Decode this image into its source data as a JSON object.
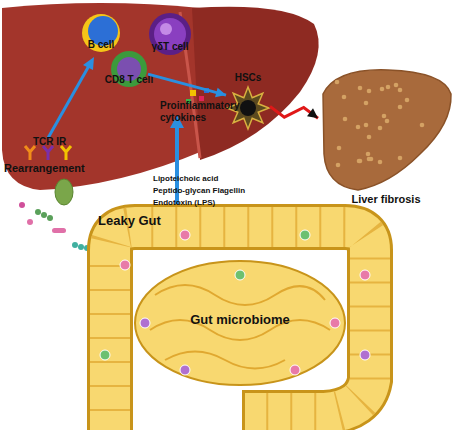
{
  "diagram": {
    "nodes": [
      {
        "text": [
          "B cell"
        ]
      },
      {
        "text": [
          "γδT cell"
        ]
      },
      {
        "text": [
          "CD8 T cell"
        ]
      },
      {
        "text": [
          "HSCs"
        ]
      },
      {
        "text": [
          "Liver fibrosis"
        ]
      },
      {
        "text": [
          "Gut microbiome"
        ]
      }
    ],
    "edges": [
      {
        "from": 2,
        "to": 3,
        "arrow": "to"
      },
      {
        "from": 3,
        "to": 4,
        "arrow": "to"
      }
    ],
    "labels": [
      "TCR IR",
      "Rearrangement",
      "Proinflammatory cytokines",
      "Lipoteichoic acid",
      "Peptido-glycan Flagellin",
      "Endotoxin (LPS)",
      "Leaky Gut"
    ]
  }
}
